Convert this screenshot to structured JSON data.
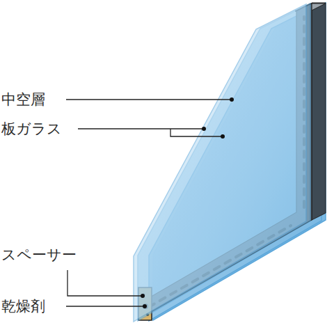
{
  "diagram": {
    "labels": [
      "中空層",
      "板ガラス",
      "スペーサー",
      "乾燥剤"
    ]
  }
}
